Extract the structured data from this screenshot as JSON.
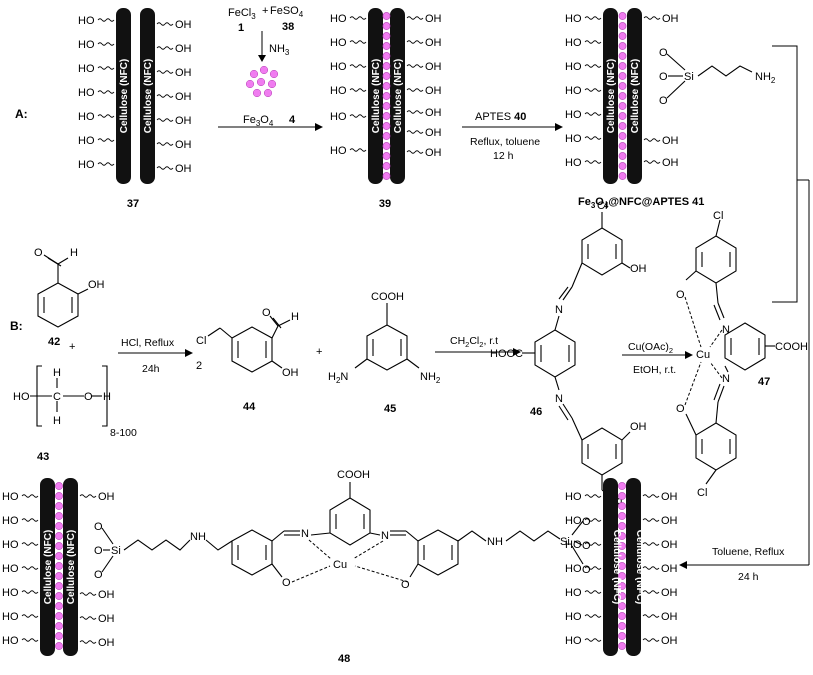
{
  "section_labels": {
    "a": "A:",
    "b": "B:"
  },
  "rod_label": "Cellulose (NFC)",
  "hydroxyl": "OH",
  "hydroxyl_left": "HO",
  "compounds": {
    "c37": "37",
    "c39": "39",
    "c41_prefix": "Fe",
    "c41_suffix": "O",
    "c41_tail": "@NFC@APTES 41",
    "c42": "42",
    "c43": "43",
    "c44": "44",
    "c45": "45",
    "c46": "46",
    "c47": "47",
    "c48": "48"
  },
  "reagents": {
    "fecl3": "FeCl",
    "fecl3_sub": "3",
    "feso4": "FeSO",
    "feso4_sub": "4",
    "plus": "+",
    "num1": "1",
    "num38": "38",
    "nh3": "NH",
    "nh3_sub": "3",
    "fe3o4_a": "Fe",
    "fe3o4_b": "O",
    "fe3o4_num": "4",
    "aptes": "APTES",
    "aptes_num": "40",
    "reflux_toluene": "Reflux, toluene",
    "time12": "12 h",
    "hcl_reflux": "HCl, Reflux",
    "time24": "24h",
    "coef2": "2",
    "ch2cl2": "CH",
    "ch2cl2_b": "Cl",
    "ch2cl2_c": ", r.t",
    "cuoac": "Cu(OAc)",
    "cuoac_sub": "2",
    "etoh": "EtOH, r.t.",
    "toluene_reflux": "Toluene, Reflux",
    "time24b": "24 h",
    "polymer_n": "8-100"
  },
  "atoms": {
    "h": "H",
    "o": "O",
    "c": "C",
    "oh": "OH",
    "si": "Si",
    "nh2": "NH",
    "nh2_sub": "2",
    "cl": "Cl",
    "cooh": "COOH",
    "hooc": "HOOC",
    "h2n": "H",
    "h2n_b": "N",
    "n": "N",
    "nh": "NH",
    "cu": "Cu",
    "ho": "HO"
  },
  "colors": {
    "rod": "#111111",
    "bead": "#f07cf0",
    "bead_edge": "#b23ab2"
  }
}
